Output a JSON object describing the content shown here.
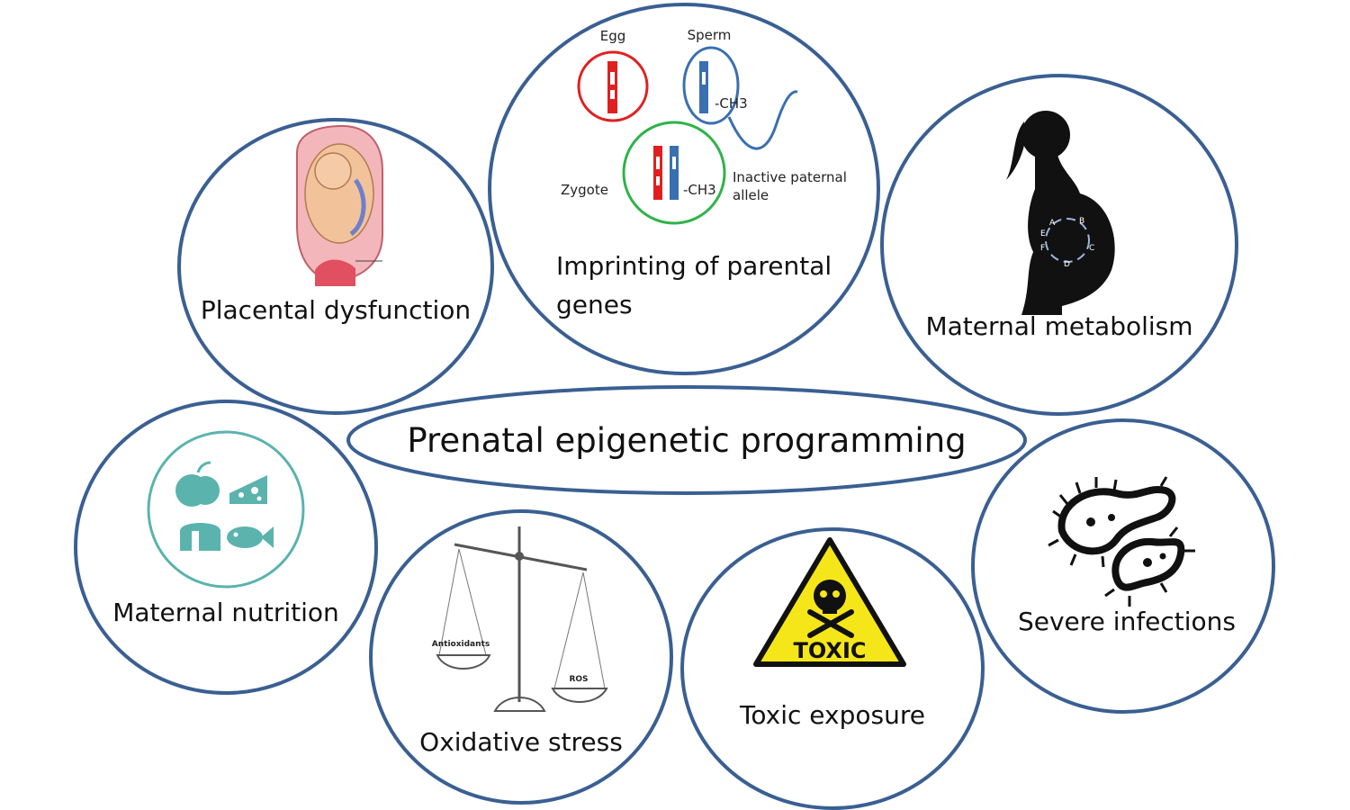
{
  "center": {
    "label": "Prenatal epigenetic programming"
  },
  "nodes": {
    "placental": {
      "label": "Placental dysfunction"
    },
    "imprinting": {
      "line1": "Imprinting of parental",
      "line2": "genes",
      "egg": "Egg",
      "sperm": "Sperm",
      "zygote": "Zygote",
      "ch3_sperm": "-CH3",
      "ch3_zygote": "-CH3",
      "inactive_line1": "Inactive paternal",
      "inactive_line2": "allele"
    },
    "metabolism": {
      "label": "Maternal metabolism",
      "cycle": [
        "A",
        "B",
        "C",
        "D",
        "E",
        "F"
      ]
    },
    "nutrition": {
      "label": "Maternal nutrition"
    },
    "oxidative": {
      "label": "Oxidative stress",
      "left_pan": "Antioxidants",
      "right_pan": "ROS"
    },
    "toxic": {
      "label": "Toxic exposure",
      "sign": "TOXIC"
    },
    "infections": {
      "label": "Severe infections"
    }
  },
  "colors": {
    "ring": "#3a5f92",
    "egg": "#e02020",
    "sperm": "#3a6fb0",
    "zygote_ring": "#2fb34a",
    "nutrition": "#5bb3ad",
    "toxic_yellow": "#f5e61a"
  }
}
